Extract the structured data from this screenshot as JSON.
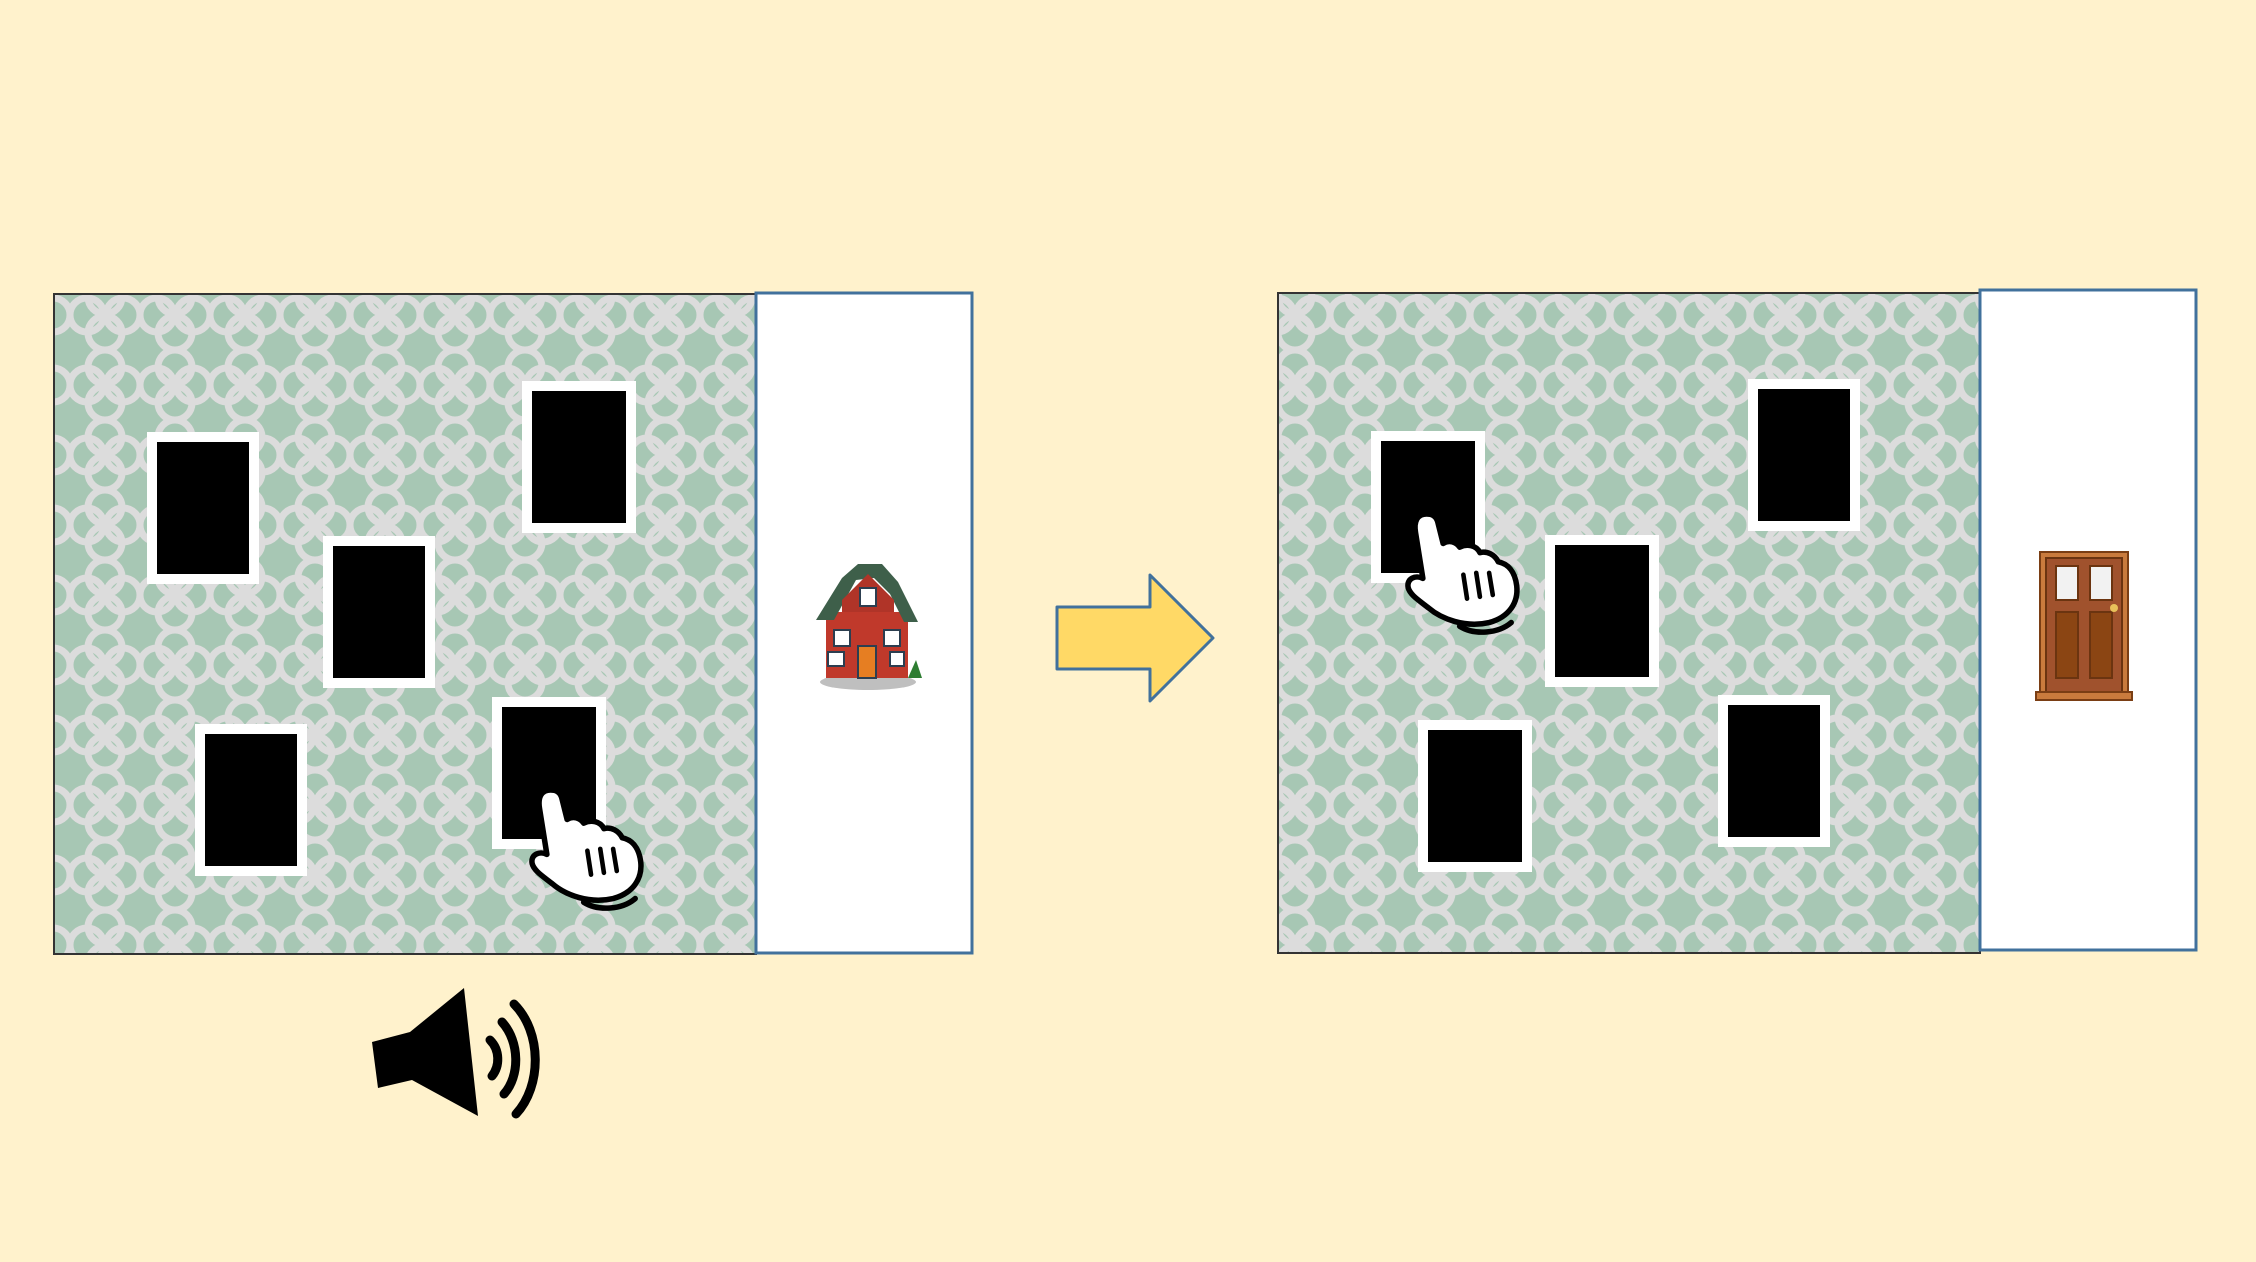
{
  "colors": {
    "background": "#FFF2CC",
    "wallpaper": "#A7C7B4",
    "wallpaper_pattern": "#DCDCDC",
    "card_face": "#000000",
    "card_border": "#FFFFFF",
    "panel_outline": "#41719C",
    "side_panel": "#FFFFFF",
    "arrow_fill": "#FFD966",
    "arrow_stroke": "#41719C",
    "house_wall": "#C0392B",
    "house_roof": "#3E5F4A",
    "door_wood": "#A0522D",
    "speaker": "#000000"
  },
  "panels": [
    {
      "name": "before",
      "card_count": 5,
      "target_icon": "house-icon",
      "pointer_icon": "pointing-hand-icon"
    },
    {
      "name": "after",
      "card_count": 5,
      "target_icon": "door-icon",
      "pointer_icon": "pointing-hand-icon"
    }
  ],
  "transition_icon": "right-arrow-icon",
  "audio_icon": "speaker-sound-icon"
}
